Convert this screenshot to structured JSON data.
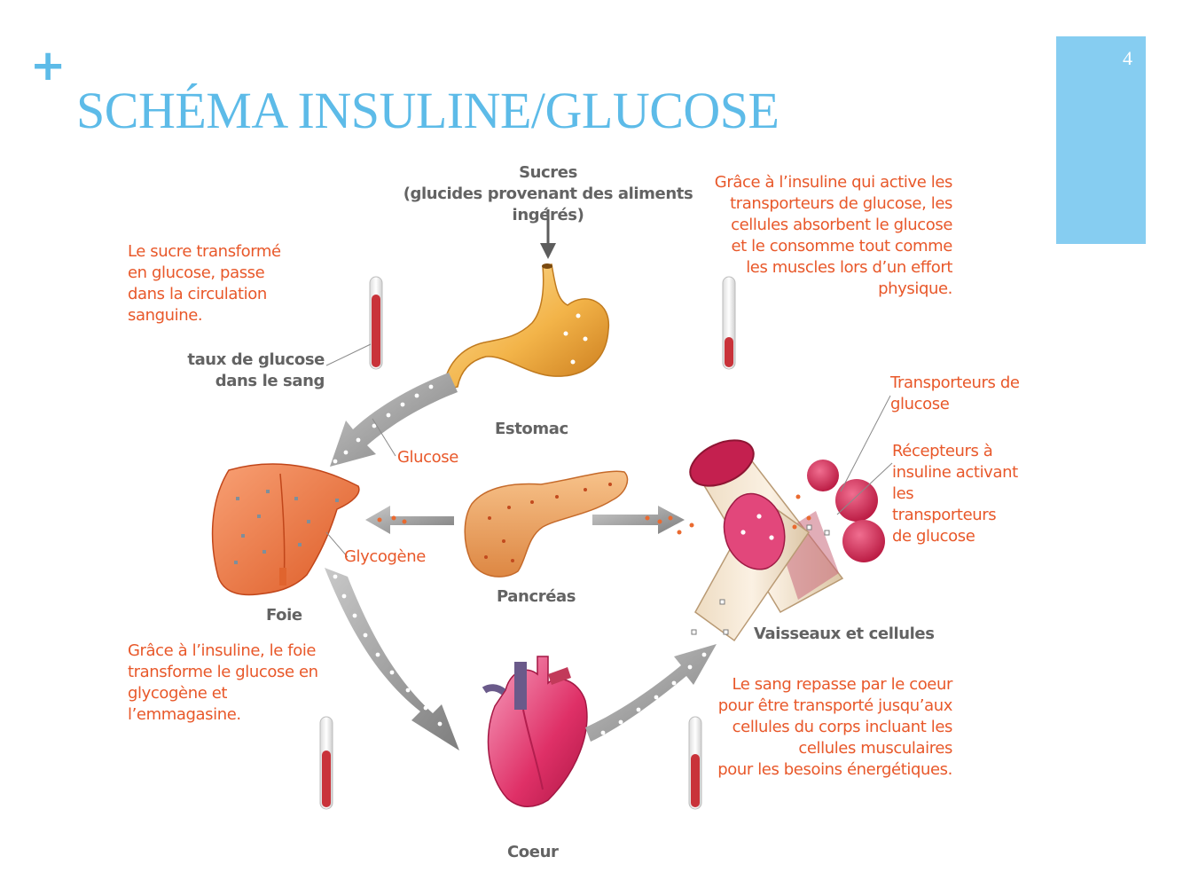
{
  "slide": {
    "marker": "+",
    "title": "SCHÉMA INSULINE/GLUCOSE",
    "page_number": "4"
  },
  "labels": {
    "sucres_title": "Sucres",
    "sucres_sub": "(glucides provenant des aliments ingérés)",
    "blood_note": "Le sucre transformé\nen glucose, passe\ndans la circulation sanguine.",
    "taux": "taux de glucose\ndans le sang",
    "estomac": "Estomac",
    "glucose": "Glucose",
    "glycogene": "Glycogène",
    "foie": "Foie",
    "pancreas": "Pancréas",
    "liver_note": "Grâce à l’insuline, le foie\ntransforme le glucose en\nglycogène et l’emmagasine.",
    "coeur": "Coeur",
    "cells_note": "Grâce à l’insuline qui active les\ntransporteurs de glucose, les\ncellules absorbent le glucose\net le consomme tout comme\nles muscles lors d’un effort\nphysique.",
    "transporteurs": "Transporteurs de\nglucose",
    "recepteurs": "Récepteurs à\ninsuline activant les\ntransporteurs\nde glucose",
    "vaisseaux": "Vaisseaux et cellules",
    "heart_note": "Le sang repasse par le coeur\npour être transporté jusqu’aux\ncellules du corps incluant les\ncellules musculaires\npour les besoins énergétiques."
  },
  "colors": {
    "accent": "#5dbbe8",
    "page_box": "#86cdf1",
    "note_text": "#e8582a",
    "label_text": "#636363"
  }
}
